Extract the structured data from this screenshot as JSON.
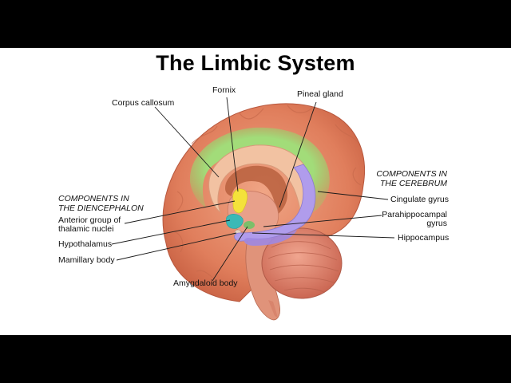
{
  "title": "The Limbic System",
  "groups": {
    "diencephalon": [
      "COMPONENTS IN",
      "THE DIENCEPHALON"
    ],
    "cerebrum": [
      "COMPONENTS IN",
      "THE CEREBRUM"
    ]
  },
  "labels": {
    "fornix": "Fornix",
    "corpus_callosum": "Corpus callosum",
    "pineal_gland": "Pineal gland",
    "anterior_thalamic": [
      "Anterior group of",
      "thalamic nuclei"
    ],
    "hypothalamus": "Hypothalamus",
    "mamillary_body": "Mamillary body",
    "amygdaloid_body": "Amygdaloid body",
    "cingulate_gyrus": "Cingulate gyrus",
    "parahippocampal_gyrus": [
      "Parahippocampal",
      "gyrus"
    ],
    "hippocampus": "Hippocampus"
  },
  "colors": {
    "cortex": "#e07e5c",
    "cingulate": "#8ed86a",
    "corpus_callosum": "#f2c2a2",
    "thalamus_nuclei": "#f4e23a",
    "hypothalamus": "#3bb9b6",
    "hippocampus": "#b09cec",
    "cerebellum": "#d87864"
  }
}
